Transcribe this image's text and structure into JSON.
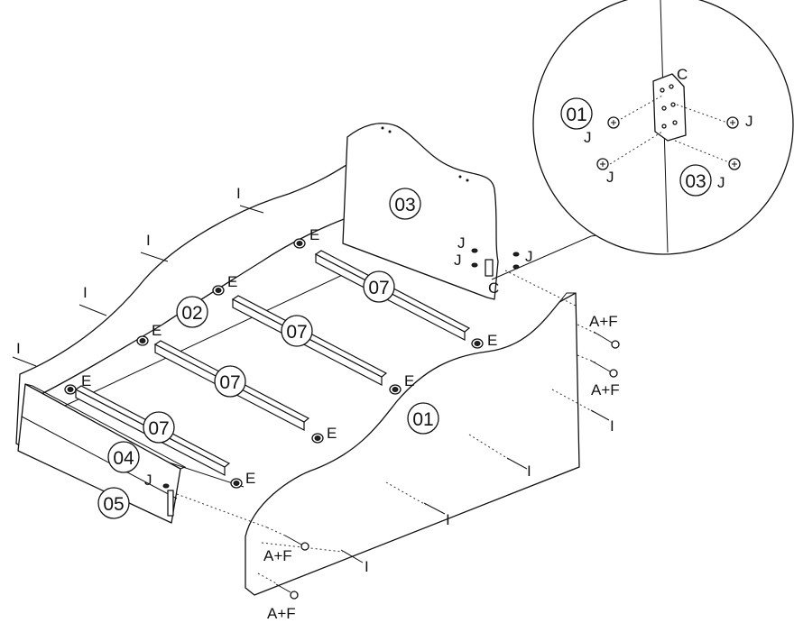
{
  "parts": {
    "side_panel": "01",
    "side_panel_far": "02",
    "headboard": "03",
    "footboard_top": "04",
    "footboard_bottom": "05",
    "slat": "07"
  },
  "hardware": {
    "bracket": "C",
    "cam_lock": "E",
    "long_bolt": "I",
    "short_screw": "J",
    "dowel_set": "A+F"
  },
  "detail_inset": {
    "panel_left": "01",
    "panel_right": "03",
    "bracket": "C",
    "screw": "J"
  }
}
